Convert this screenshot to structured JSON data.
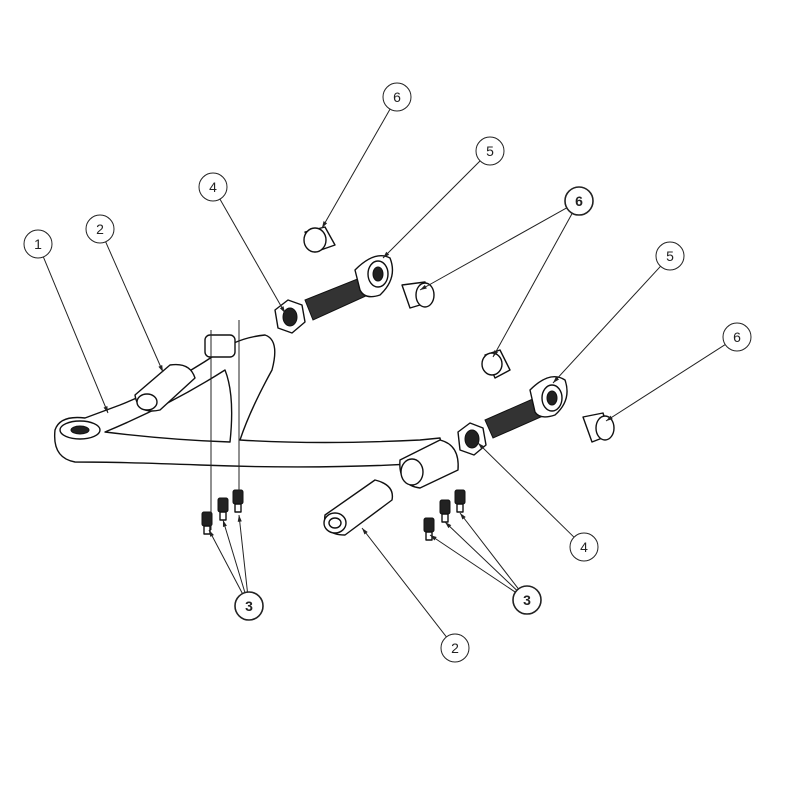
{
  "callouts": [
    {
      "label": "6",
      "bold": false
    },
    {
      "label": "5",
      "bold": false
    },
    {
      "label": "4",
      "bold": false
    },
    {
      "label": "6",
      "bold": true
    },
    {
      "label": "1",
      "bold": false
    },
    {
      "label": "2",
      "bold": false
    },
    {
      "label": "5",
      "bold": false
    },
    {
      "label": "6",
      "bold": false
    },
    {
      "label": "4",
      "bold": false
    },
    {
      "label": "3",
      "bold": true
    },
    {
      "label": "3",
      "bold": true
    },
    {
      "label": "2",
      "bold": false
    }
  ]
}
